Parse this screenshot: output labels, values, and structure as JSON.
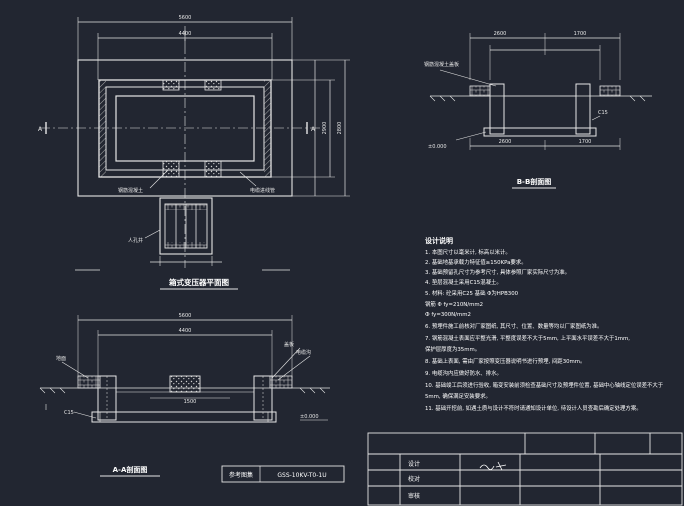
{
  "plan": {
    "title": "箱式变压器平面图",
    "dim_overall": "5600",
    "dim_inner": "4400",
    "dim_right_a": "2900",
    "dim_right_b": "2800",
    "section_mark": "A",
    "label_fence": "钢筋混凝土",
    "label_duct": "电缆进线管",
    "label_pit": "人孔井"
  },
  "section_a": {
    "title": "A-A剖面图",
    "dim_top_1": "5600",
    "dim_top_2": "4400",
    "dim_bottom": "1500",
    "label_ground": "地面",
    "label_cover": "盖板",
    "label_cable": "电缆沟",
    "label_c15": "C15",
    "label_level": "±0.000"
  },
  "section_b": {
    "title": "B-B剖面图",
    "dim_1": "2600",
    "dim_2": "1700",
    "dim_3": "2600",
    "dim_4": "1700",
    "label_cover": "钢筋混凝土盖板",
    "label_c15": "C15",
    "label_level": "±0.000"
  },
  "notes": {
    "heading": "设计说明",
    "items": [
      "1. 本图尺寸以毫米计, 标高以米计。",
      "2. 基础地基承载力特征值≥150KPa要求。",
      "3. 基础预留孔尺寸为参考尺寸, 具体参照厂家实际尺寸为准。",
      "4. 垫层混凝土采用C15混凝土。",
      "5. 材料: 砼采用C25 基础 Φ为HPB300",
      "   钢筋 Φ fy=210N/mm2",
      "   Ф fy=300N/mm2",
      "6. 预埋件施工前核对厂家图纸, 其尺寸、位置、数量等均以厂家图纸为准。",
      "7. 钢筋混凝土表面应平整光滑, 平整度误差不大于5mm, 上平面水平误差不大于1mm,",
      "   保护层厚度为35mm。",
      "8. 基础上表面, 需由厂家按照变压器说明书进行预埋, 间距30mm。",
      "9. 电缆沟内应做好防水、排水。",
      "10. 基础竣工后须进行验收, 箱变安装前须检查基础尺寸及预埋件位置, 基础中心轴线定位误差不大于",
      "    5mm, 确保满足安装要求。",
      "11. 基础开挖前, 如遇土质与设计不符时请通知设计单位, 待设计人员查勘后确定处理方案。"
    ]
  },
  "reference": {
    "label": "参考图集",
    "code": "GSS-10KV-T0-1U"
  },
  "title_block": {
    "row1": "设计",
    "row2": "校对",
    "row3": "审核"
  }
}
